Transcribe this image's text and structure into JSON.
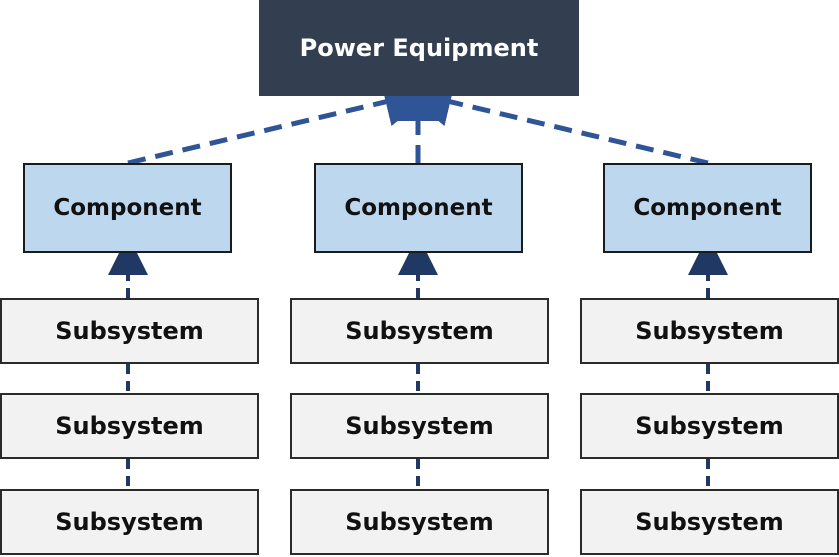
{
  "colors": {
    "root_fill": "#333f50",
    "root_text": "#ffffff",
    "component_fill": "#bdd7ee",
    "subsystem_fill": "#f2f2f2",
    "connector": "#2f5597",
    "subsystem_connector": "#203864"
  },
  "root": {
    "label": "Power Equipment"
  },
  "columns": [
    {
      "component": "Component",
      "subsystems": [
        "Subsystem",
        "Subsystem",
        "Subsystem"
      ]
    },
    {
      "component": "Component",
      "subsystems": [
        "Subsystem",
        "Subsystem",
        "Subsystem"
      ]
    },
    {
      "component": "Component",
      "subsystems": [
        "Subsystem",
        "Subsystem",
        "Subsystem"
      ]
    }
  ]
}
